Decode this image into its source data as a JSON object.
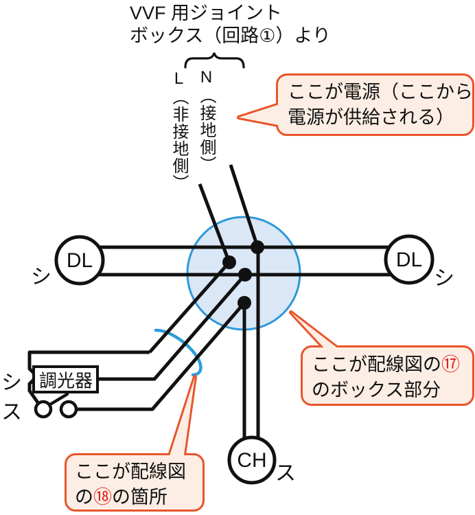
{
  "header": {
    "line1": "VVF 用ジョイント",
    "line2": "ボックス（回路①）より"
  },
  "source_labels": {
    "live": "L（非接地側）",
    "neutral": "N（接地側）"
  },
  "callouts": {
    "power": {
      "line1": "ここが電源（ここから",
      "line2": "電源が供給される）"
    },
    "box17": {
      "line1_text": "ここが配線図の",
      "line1_number": "⑰",
      "line2": "のボックス部分"
    },
    "spot18": {
      "line1": "ここが配線図",
      "line2_prefix": "の",
      "line2_number": "⑱",
      "line2_suffix": "の箇所"
    }
  },
  "devices": {
    "downlight_left": {
      "label": "DL",
      "note": "シ"
    },
    "downlight_right": {
      "label": "DL",
      "note": "シ"
    },
    "chandelier": {
      "label": "CH",
      "note": "ス"
    },
    "dimmer": {
      "label": "調光器",
      "note": "シ"
    },
    "switch": {
      "note": "ス"
    }
  },
  "colors": {
    "wire": "#111111",
    "junction_box_fill": "#dae7f6",
    "junction_box_stroke": "#2e97d9",
    "cable_loop": "#2d9cdb",
    "callout_border": "#e8552a",
    "callout_fill": "#fceee5",
    "circled_number_red": "#dd2119"
  }
}
